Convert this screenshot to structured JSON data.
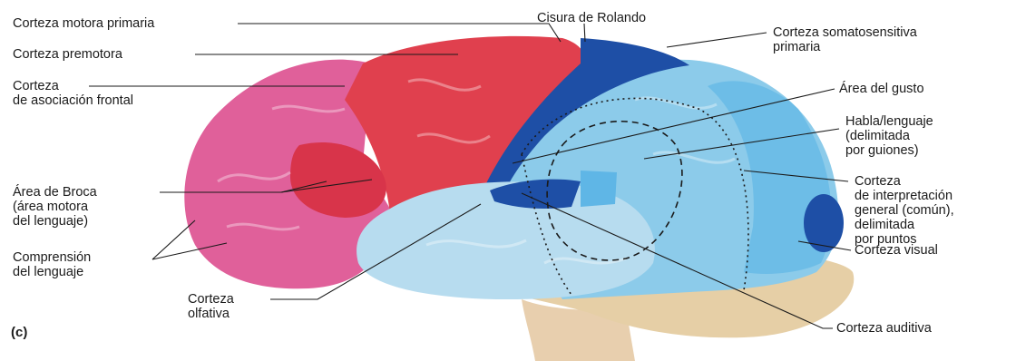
{
  "labels": {
    "motor_primary": "Corteza motora primaria",
    "rolando": "Cisura de Rolando",
    "somatosensory": "Corteza somatosensitiva\nprimaria",
    "premotor": "Corteza premotora",
    "frontal_assoc": "Corteza\nde asociación frontal",
    "taste": "Área del gusto",
    "speech": "Habla/lenguaje\n(delimitada\npor guiones)",
    "broca": "Área de Broca\n(área motora\ndel lenguaje)",
    "general_interp": "Corteza\nde interpretación\ngeneral (común),\ndelimitada\npor puntos",
    "comprehension": "Comprensión\ndel lenguaje",
    "visual": "Corteza visual",
    "olfactory": "Corteza\nolfativa",
    "auditory": "Corteza auditiva",
    "panel": "(c)"
  },
  "colors": {
    "frontal_pink": "#e0609a",
    "motor_red": "#e0404e",
    "somato_blue": "#1e4fa6",
    "temporal_light": "#b7dcef",
    "parietal_light": "#8ccbea",
    "association_blue": "#5fb6e6",
    "cerebellum": "#e6cfa6",
    "brainstem": "#e8cfae"
  }
}
